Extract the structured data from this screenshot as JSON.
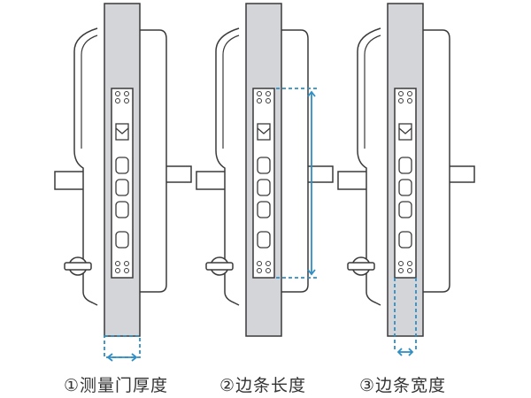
{
  "panels": [
    {
      "caption": "①测量门厚度",
      "highlight": "door-thickness"
    },
    {
      "caption": "②边条长度",
      "highlight": "edge-strip-length"
    },
    {
      "caption": "③边条宽度",
      "highlight": "edge-strip-width"
    }
  ],
  "colors": {
    "line": "#3a3a3a",
    "door": "#d3d5d8",
    "measure": "#2f8ec4",
    "text": "#333333"
  }
}
